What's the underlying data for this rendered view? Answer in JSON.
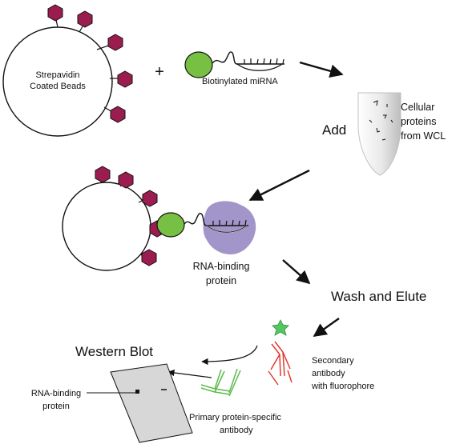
{
  "labels": {
    "beads_line1": "Strepavidin",
    "beads_line2": "Coated Beads",
    "plus": "+",
    "mirna": "Biotinylated miRNA",
    "add": "Add",
    "cellular_line1": "Cellular",
    "cellular_line2": "proteins",
    "cellular_line3": "from WCL",
    "rbp_line1": "RNA-binding",
    "rbp_line2": "protein",
    "wash": "Wash and Elute",
    "western": "Western Blot",
    "secondary_line1": "Secondary",
    "secondary_line2": "antibody",
    "secondary_line3": "with fluorophore",
    "blot_rbp_line1": "RNA-binding",
    "blot_rbp_line2": "protein",
    "primary_line1": "Primary protein-specific",
    "primary_line2": "antibody"
  },
  "colors": {
    "streptavidin": "#9b1d4f",
    "biotin": "#77c043",
    "protein": "#a195c9",
    "secondary_antibody": "#e23b2e",
    "fluorophore": "#55c760",
    "primary_antibody": "#5ab94a",
    "blot": "#d7d7d7",
    "tube": "#ececec"
  }
}
